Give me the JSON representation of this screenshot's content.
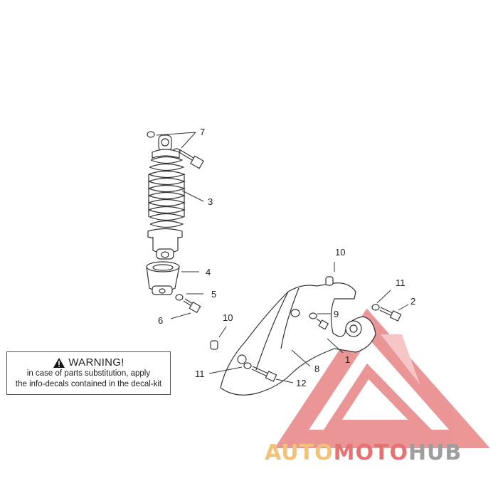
{
  "callouts": [
    "7",
    "3",
    "4",
    "5",
    "6",
    "10",
    "11",
    "2",
    "9",
    "10",
    "1",
    "8",
    "11",
    "12"
  ],
  "warning": {
    "title": "WARNING!",
    "line1": "in case of parts substitution, apply",
    "line2": "the info-decals contained in the decal-kit"
  },
  "brand": {
    "part1": "AUTO",
    "part2": "MOTO",
    "part3": "HUB"
  },
  "colors": {
    "watermark_red": "#e57373",
    "watermark_yellow": "#f2c27a",
    "watermark_grey": "#9e9e9e",
    "line": "#333333"
  }
}
